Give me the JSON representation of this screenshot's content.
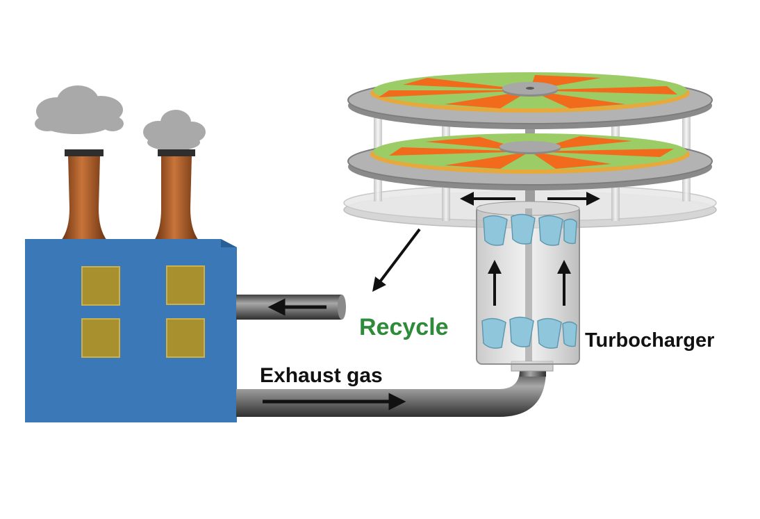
{
  "labels": {
    "recycle": "Recycle",
    "exhaust_gas": "Exhaust gas",
    "turbocharger": "Turbocharger"
  },
  "colors": {
    "recycle_text": "#2e8b3a",
    "factory_body": "#3a78b8",
    "factory_window": "#a8902e",
    "chimney": "#9a4f1f",
    "smoke": "#a9a9a9",
    "pipe": "#5c5c5c",
    "disk_green": "#9ccc65",
    "disk_orange": "#f26a1b",
    "plate": "#9a9a9a",
    "turbine_blade": "#8fc6dc"
  },
  "icons": [
    "arrow-icon",
    "smoke-cloud-icon"
  ]
}
